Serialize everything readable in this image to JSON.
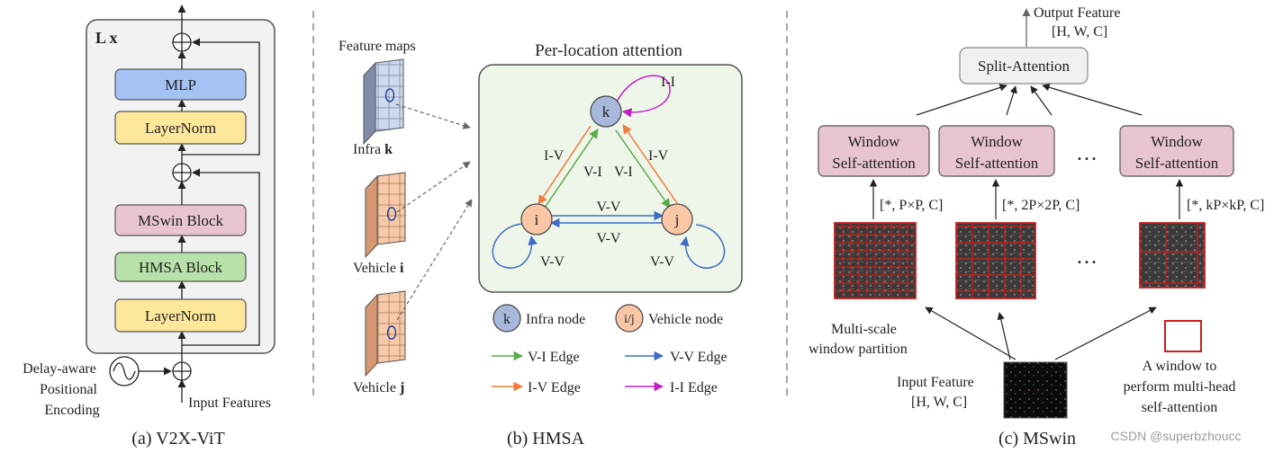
{
  "panel_a": {
    "caption": "(a) V2X-ViT",
    "repeat_label": "L x",
    "blocks": {
      "mlp": "MLP",
      "layernorm_top": "LayerNorm",
      "mswin": "MSwin Block",
      "hmsa": "HMSA Block",
      "layernorm_bottom": "LayerNorm"
    },
    "delay_label": [
      "Delay-aware",
      "Positional",
      "Encoding"
    ],
    "input_label": "Input Features",
    "colors": {
      "mlp": "#a4c2f4",
      "layernorm": "#fde79b",
      "mswin": "#e8c4d3",
      "hmsa": "#b7e1a8",
      "frame": "#f2f2f2"
    }
  },
  "panel_b": {
    "caption": "(b) HMSA",
    "feature_maps_label": "Feature maps",
    "infra_label": "Infra ",
    "infra_bold": "k",
    "vehicle_i_label": "Vehicle ",
    "vehicle_i_bold": "i",
    "vehicle_j_label": "Vehicle ",
    "vehicle_j_bold": "j",
    "attention_title": "Per-location attention",
    "nodes": {
      "k": "k",
      "i": "i",
      "j": "j"
    },
    "edge_labels": {
      "self_k": "I-I",
      "k_i_outer": "I-V",
      "k_i_inner": "V-I",
      "k_j_inner": "V-I",
      "k_j_outer": "I-V",
      "ij_top": "V-V",
      "ij_bottom": "V-V",
      "self_i": "V-V",
      "self_j": "V-V"
    },
    "legend": {
      "infra_node_symbol": "k",
      "infra_node": "Infra node",
      "vehicle_node_symbol": "i/j",
      "vehicle_node": "Vehicle node",
      "vi_edge": "V-I Edge",
      "vv_edge": "V-V Edge",
      "iv_edge": "I-V Edge",
      "ii_edge": "I-I Edge"
    },
    "colors": {
      "infra": "#a8b8dc",
      "vehicle": "#f9c6a6",
      "panel": "#eef5e9",
      "vi": "#5aaa4a",
      "iv": "#f07b3a",
      "vv": "#3e6cc6",
      "ii": "#c21fc7"
    }
  },
  "panel_c": {
    "caption": "(c) MSwin",
    "output_label": [
      "Output Feature",
      "[H, W, C]"
    ],
    "split_attention": "Split-Attention",
    "window_attn": [
      "Window",
      "Self-attention"
    ],
    "window_attn_last": [
      "Window",
      "Self-attention"
    ],
    "window_attn_bold": "Self-attention",
    "dims": [
      "[*, P×P, C]",
      "[*, 2P×2P, C]",
      "[*, kP×kP, C]"
    ],
    "ellipsis": "…",
    "multiscale_label": [
      "Multi-scale",
      "window partition"
    ],
    "input_feature_label": [
      "Input Feature",
      "[H, W, C]"
    ],
    "window_note": [
      "A window to",
      "perform multi-head",
      "self-attention"
    ],
    "colors": {
      "window_attn": "#e8c4d3",
      "split": "#f0f0f0",
      "grid": "#c81e1e"
    }
  },
  "watermark": "CSDN @superbzhoucc"
}
